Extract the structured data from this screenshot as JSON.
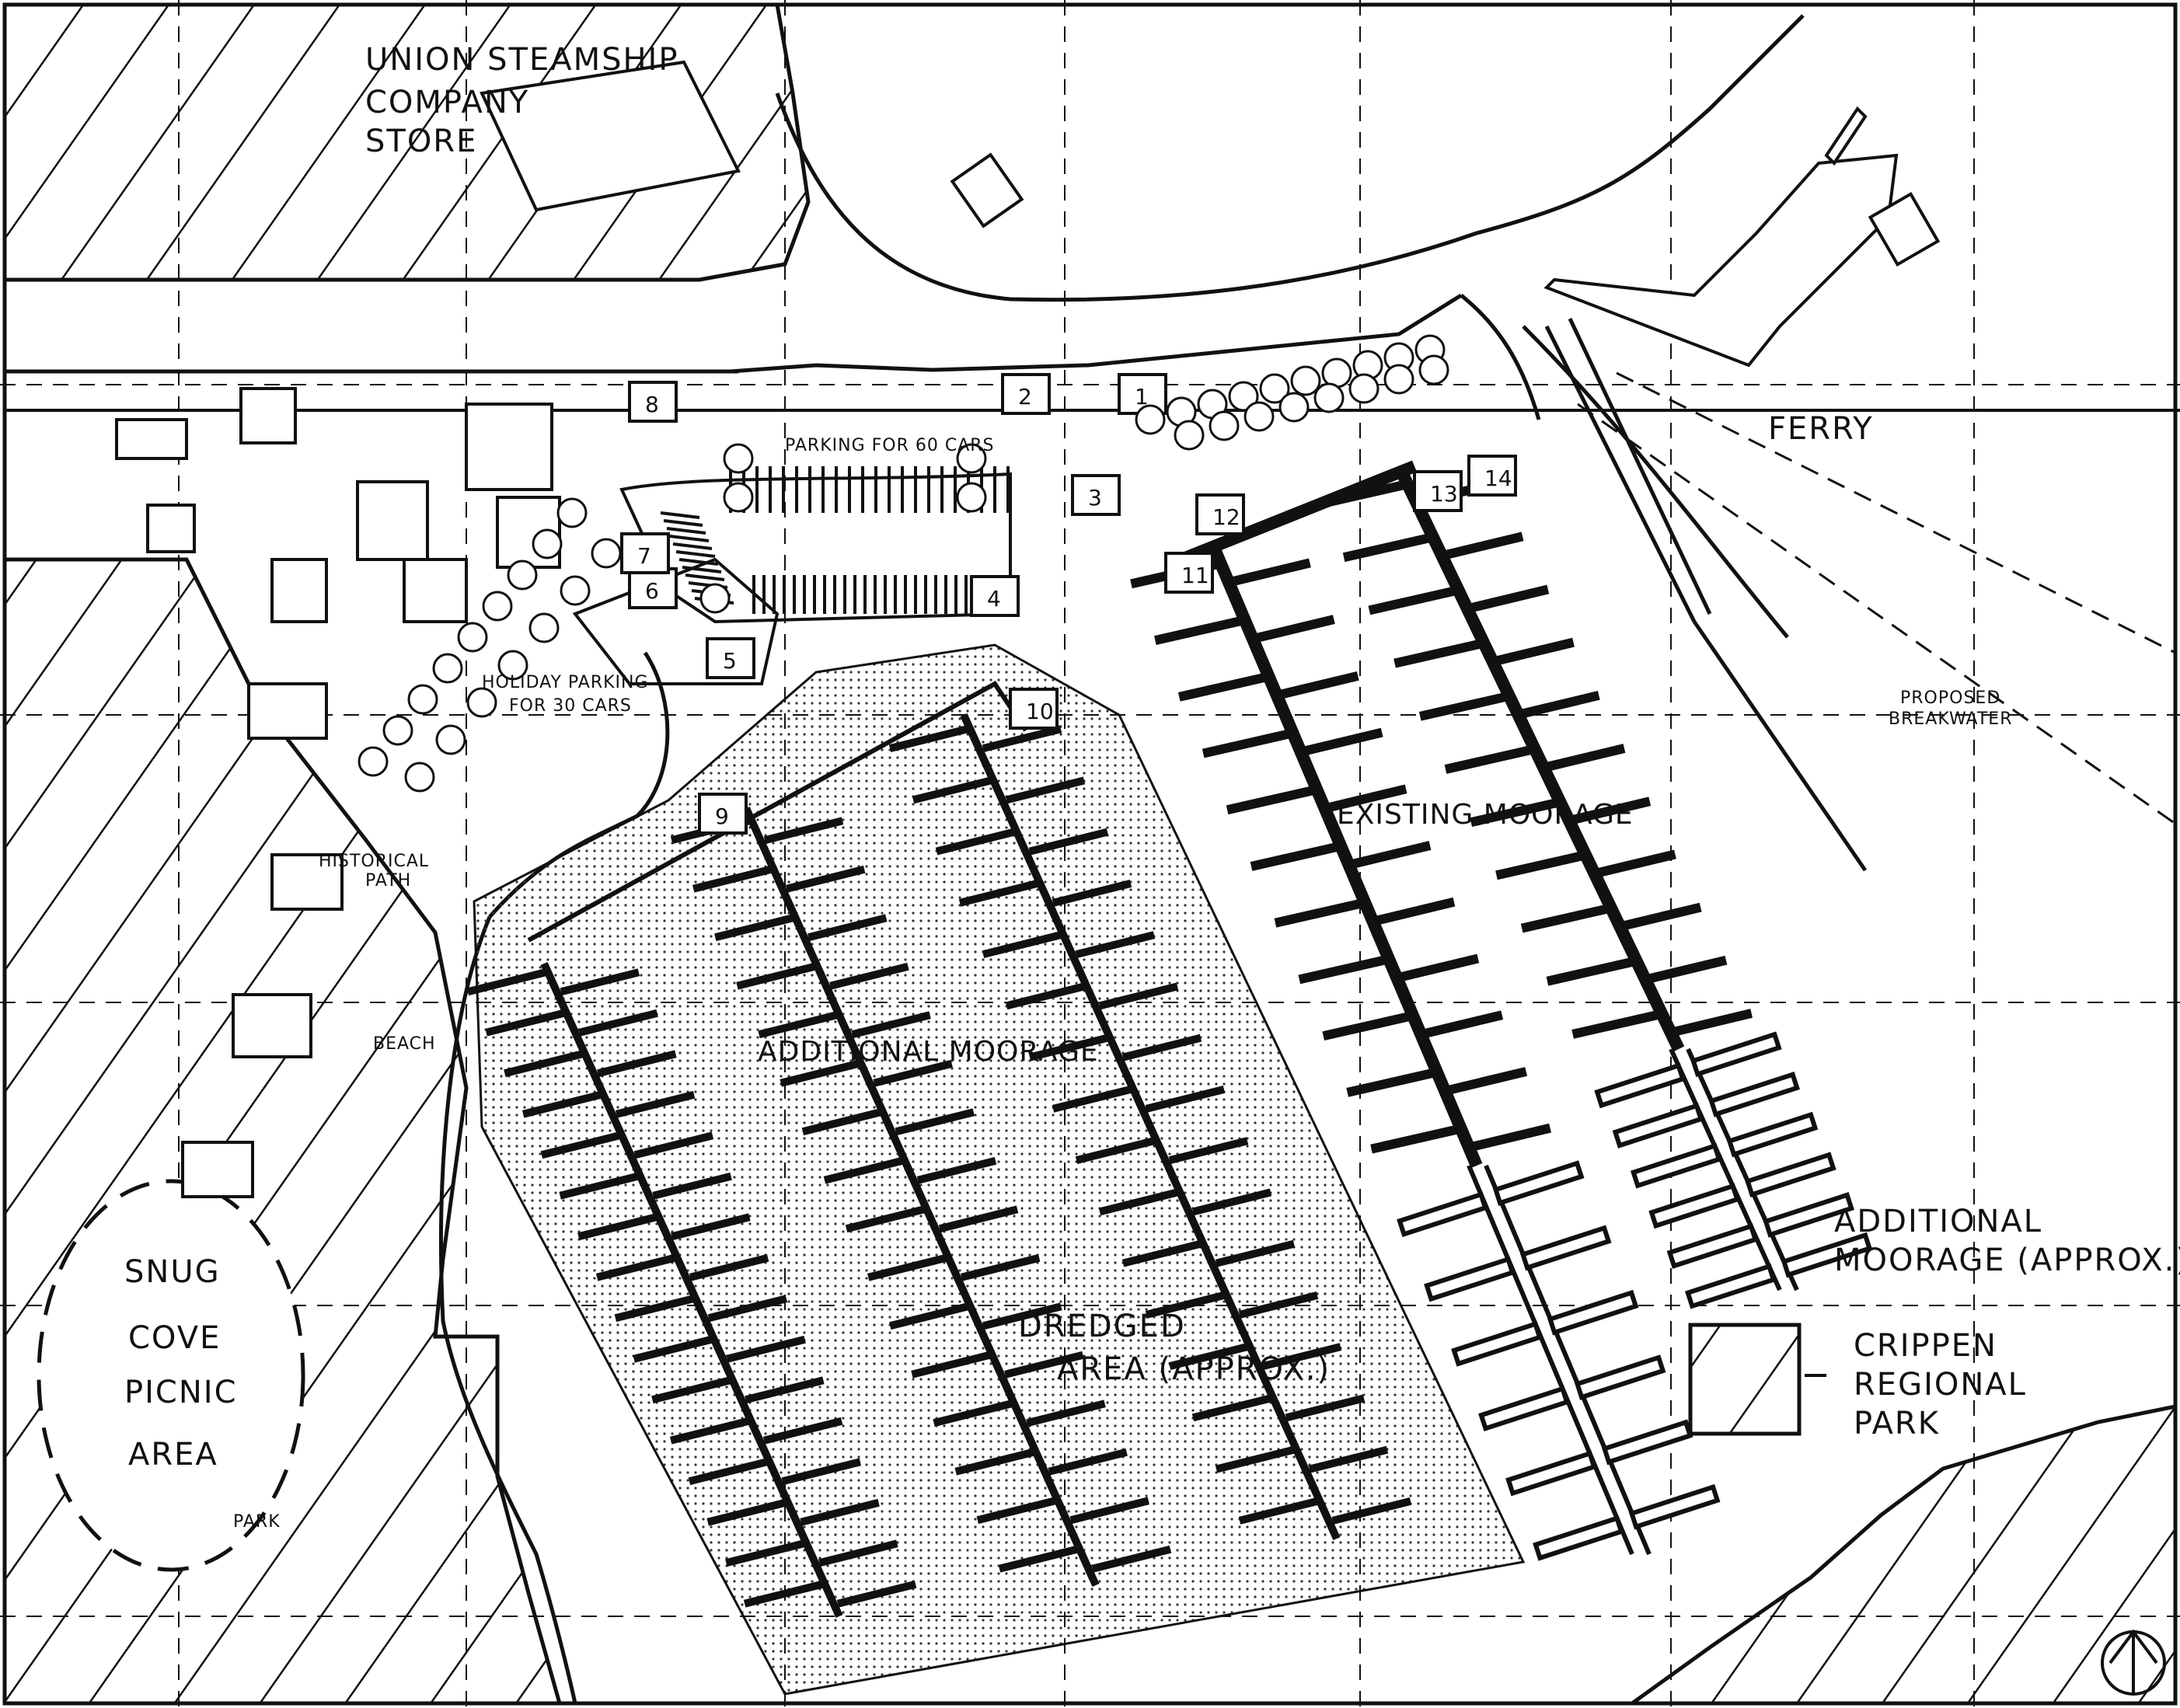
{
  "map": {
    "labels": {
      "store": [
        "UNION STEAMSHIP",
        "COMPANY",
        "STORE"
      ],
      "parking60": "PARKING FOR 60 CARS",
      "holiday": [
        "HOLIDAY PARKING",
        "FOR 30 CARS"
      ],
      "historical": [
        "HISTORICAL",
        "PATH"
      ],
      "beach": "BEACH",
      "snug": [
        "SNUG",
        "COVE",
        "PICNIC",
        "AREA"
      ],
      "park": "PARK",
      "additional_moorage": "ADDITIONAL MOORAGE",
      "dredged": [
        "DREDGED",
        "AREA (APPROX.)"
      ],
      "existing_moorage": "EXISTING MOORAGE",
      "additional_moorage_approx": [
        "ADDITIONAL",
        "MOORAGE (APPROX.)"
      ],
      "ferry": "FERRY",
      "breakwater": [
        "PROPOSED",
        "BREAKWATER"
      ]
    },
    "legend": {
      "label": [
        "CRIPPEN",
        "REGIONAL",
        "PARK"
      ]
    },
    "building_numbers": [
      "1",
      "2",
      "3",
      "4",
      "5",
      "6",
      "7",
      "8",
      "9",
      "10",
      "11",
      "12",
      "13",
      "14"
    ],
    "colors": {
      "ink": "#111111",
      "paper": "#ffffff"
    }
  }
}
